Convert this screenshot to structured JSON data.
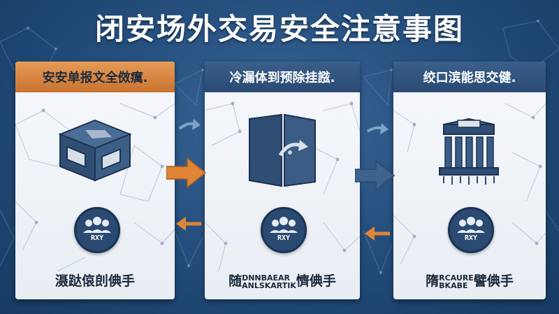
{
  "title": "闭安场外交易安全注意事图",
  "colors": {
    "background": "#26507f",
    "header_orange": "#d9853f",
    "header_blue": "#33567f",
    "arrow_orange": "#e08436",
    "arrow_blue": "#7ea3c8",
    "icon_navy": "#2c4a70"
  },
  "panels": [
    {
      "header": "安安单报文全傚癘.",
      "icon": "cube-icon",
      "badge_label": "RXY",
      "footer": "滠跶偯剆倎手",
      "footer_sub": ""
    },
    {
      "header": "冷漏体到预除挂誸.",
      "icon": "door-icon",
      "badge_label": "RXY",
      "footer": "随",
      "footer_sub_1": "DNNBAEAR",
      "footer_sub_2": "ANLSKARTIK",
      "footer_tail": "懠倎手"
    },
    {
      "header": "绞口滨能思交健.",
      "icon": "building-icon",
      "badge_label": "RXY",
      "footer": "隋",
      "footer_sub_1": "RCAURE",
      "footer_sub_2": "BKABE",
      "footer_tail": "譬倎手"
    }
  ]
}
